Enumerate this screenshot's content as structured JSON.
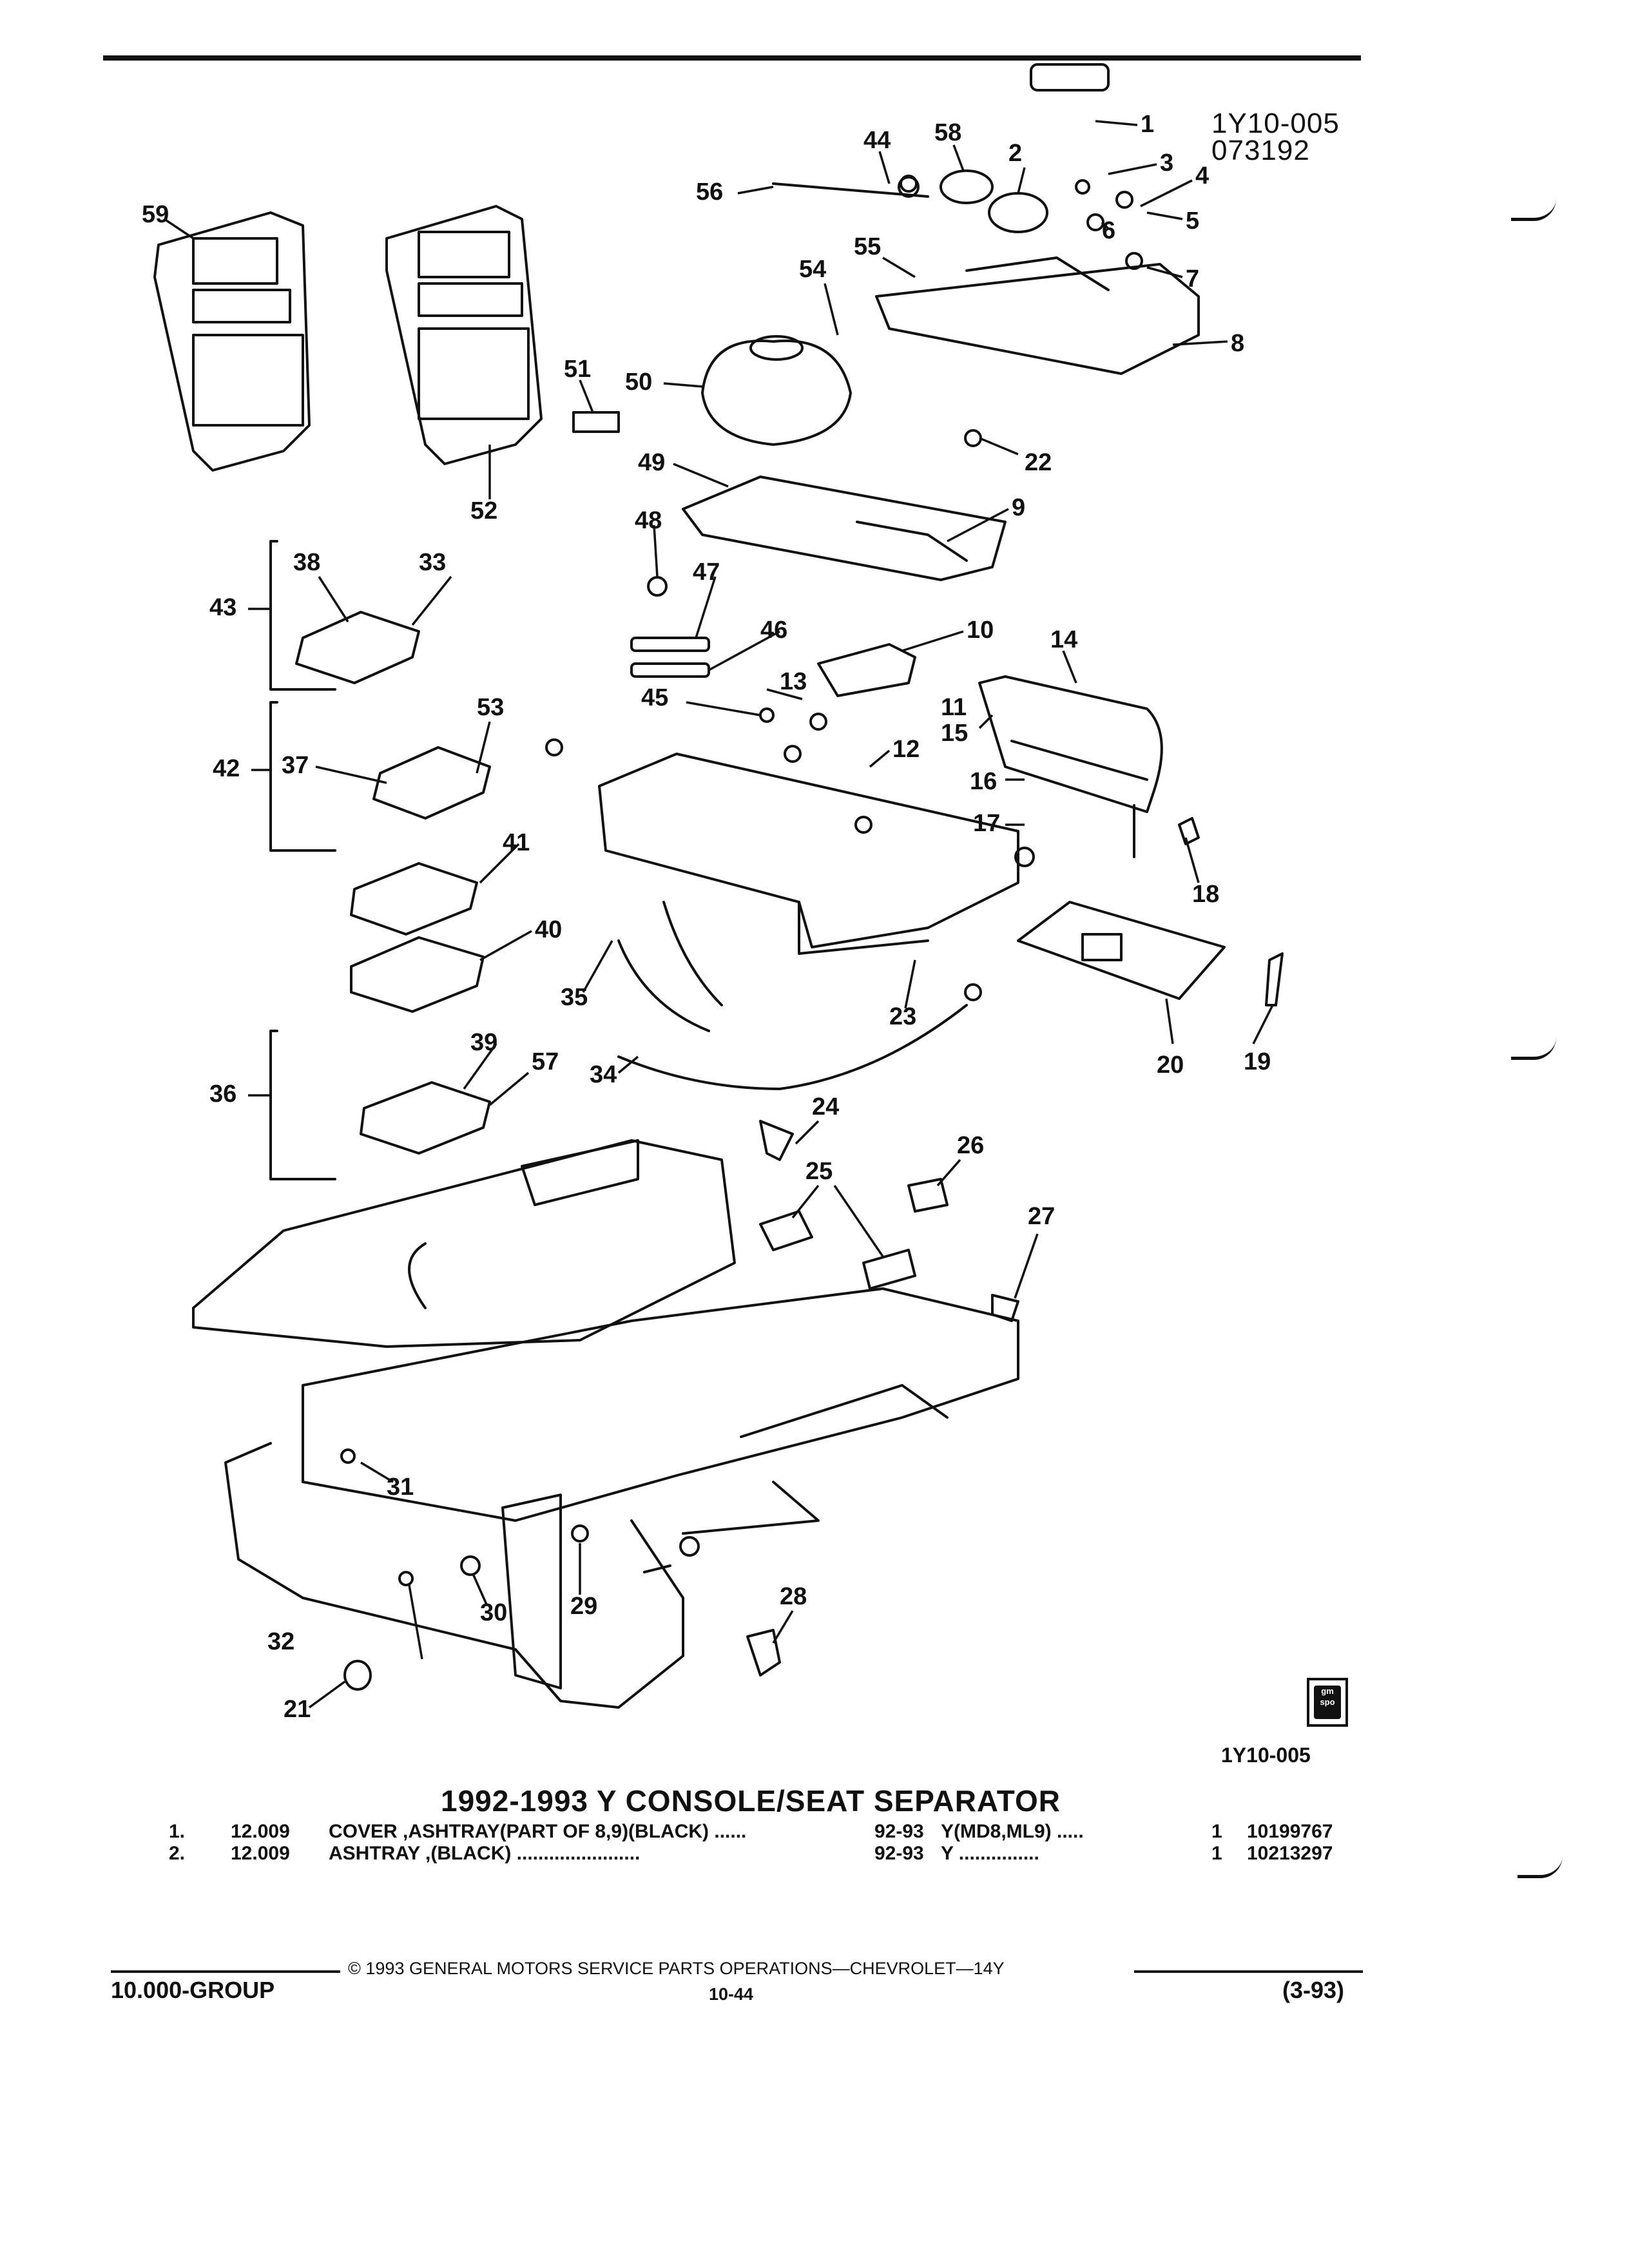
{
  "header": {
    "figure_code": "1Y10-005",
    "figure_date": "073192"
  },
  "illustration": {
    "callout_numbers": [
      "1",
      "2",
      "3",
      "4",
      "5",
      "6",
      "7",
      "8",
      "9",
      "10",
      "11",
      "12",
      "13",
      "14",
      "15",
      "16",
      "17",
      "18",
      "19",
      "20",
      "21",
      "22",
      "23",
      "24",
      "25",
      "26",
      "27",
      "28",
      "29",
      "30",
      "31",
      "32",
      "33",
      "34",
      "35",
      "36",
      "37",
      "38",
      "39",
      "40",
      "41",
      "42",
      "43",
      "44",
      "45",
      "46",
      "47",
      "48",
      "49",
      "50",
      "51",
      "52",
      "53",
      "54",
      "55",
      "56",
      "57",
      "58",
      "59"
    ],
    "figure_code_bottom": "1Y10-005",
    "logo_text": "gm spo"
  },
  "section_title": "1992-1993 Y CONSOLE/SEAT SEPARATOR",
  "parts": [
    {
      "index": "1.",
      "group": "12.009",
      "description": "COVER ,ASHTRAY(PART OF 8,9)(BLACK) ......",
      "years": "92-93",
      "model": "Y(MD8,ML9) .....",
      "qty": "1",
      "part_number": "10199767"
    },
    {
      "index": "2.",
      "group": "12.009",
      "description": "ASHTRAY ,(BLACK) .......................",
      "years": "92-93",
      "model": "Y ...............",
      "qty": "1",
      "part_number": "10213297"
    }
  ],
  "footer": {
    "copyright": "© 1993 GENERAL MOTORS SERVICE PARTS OPERATIONS—CHEVROLET—14Y",
    "group": "10.000-GROUP",
    "page": "10-44",
    "revision": "(3-93)"
  }
}
